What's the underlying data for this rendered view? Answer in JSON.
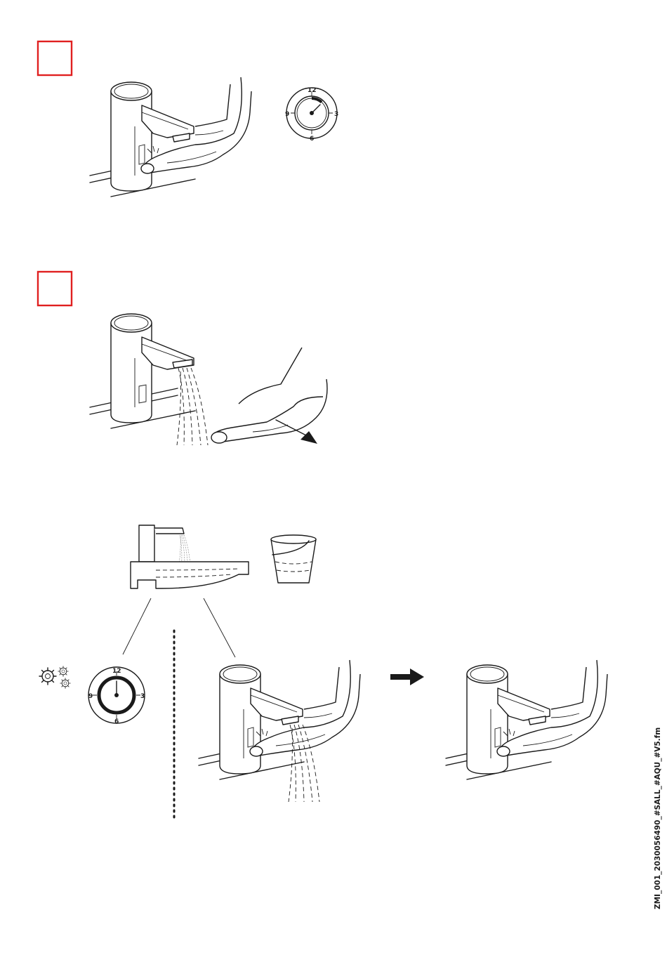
{
  "steps": [
    {
      "box_color": "#e02020"
    },
    {
      "box_color": "#e02020"
    }
  ],
  "timer_large": {
    "labels": [
      "12",
      "3",
      "6",
      "9"
    ]
  },
  "timer_small": {
    "labels": [
      "12",
      "3",
      "6",
      "9"
    ]
  },
  "footer": {
    "doc_code": "ZMI_001_2030056490_#SALL_#AQU_#V5.fm"
  },
  "icons": [
    "gear-icon",
    "arrow-right-icon",
    "arrow-down-right-icon",
    "cup-icon"
  ]
}
